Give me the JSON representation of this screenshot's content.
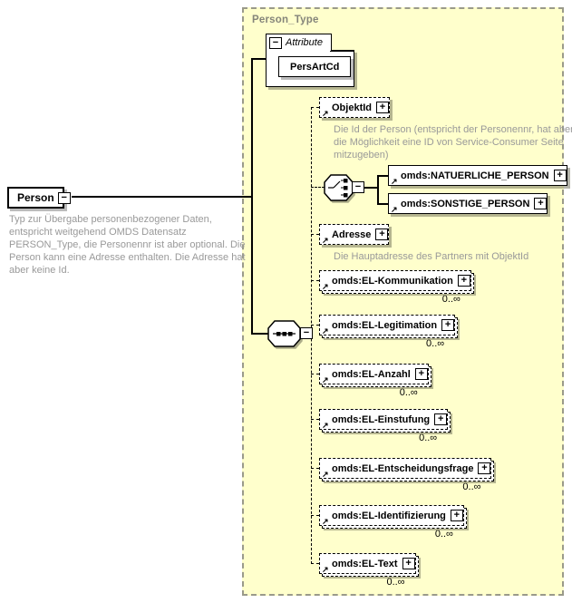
{
  "diagram": {
    "root": {
      "name": "Person",
      "annotation": "Typ zur Übergabe personenbezogener Daten, entspricht weitgehend OMDS Datensatz PERSON_Type, die Personennr ist aber optional. Die Person kann eine Adresse enthalten. Die Adresse hat aber keine Id."
    },
    "type": {
      "name": "Person_Type"
    },
    "attributes": {
      "label": "Attribute",
      "items": [
        {
          "name": "PersArtCd"
        }
      ]
    },
    "choice": {
      "options": [
        {
          "name": "omds:NATUERLICHE_PERSON"
        },
        {
          "name": "omds:SONSTIGE_PERSON"
        }
      ]
    },
    "children": [
      {
        "name": "ObjektId",
        "annotation": "Die Id der Person (entspricht der Personennr, hat aber auch die Möglichkeit eine ID von Service-Consumer Seite mitzugeben)"
      },
      {
        "name": "Adresse",
        "annotation": "Die Hauptadresse des Partners mit ObjektId"
      },
      {
        "name": "omds:EL-Kommunikation",
        "occurs": "0..∞"
      },
      {
        "name": "omds:EL-Legitimation",
        "occurs": "0..∞"
      },
      {
        "name": "omds:EL-Anzahl",
        "occurs": "0..∞"
      },
      {
        "name": "omds:EL-Einstufung",
        "occurs": "0..∞"
      },
      {
        "name": "omds:EL-Entscheidungsfrage",
        "occurs": "0..∞"
      },
      {
        "name": "omds:EL-Identifizierung",
        "occurs": "0..∞"
      },
      {
        "name": "omds:EL-Text",
        "occurs": "0..∞"
      }
    ],
    "icons": {
      "collapse": "−",
      "expand": "+",
      "reference": "↗"
    },
    "colors": {
      "type_area_bg": "#ffffcc",
      "type_area_border": "#9a9a8a",
      "annotation_text": "#999999",
      "type_label_text": "#85857a",
      "box_border": "#000000",
      "box_bg": "#ffffff"
    }
  }
}
